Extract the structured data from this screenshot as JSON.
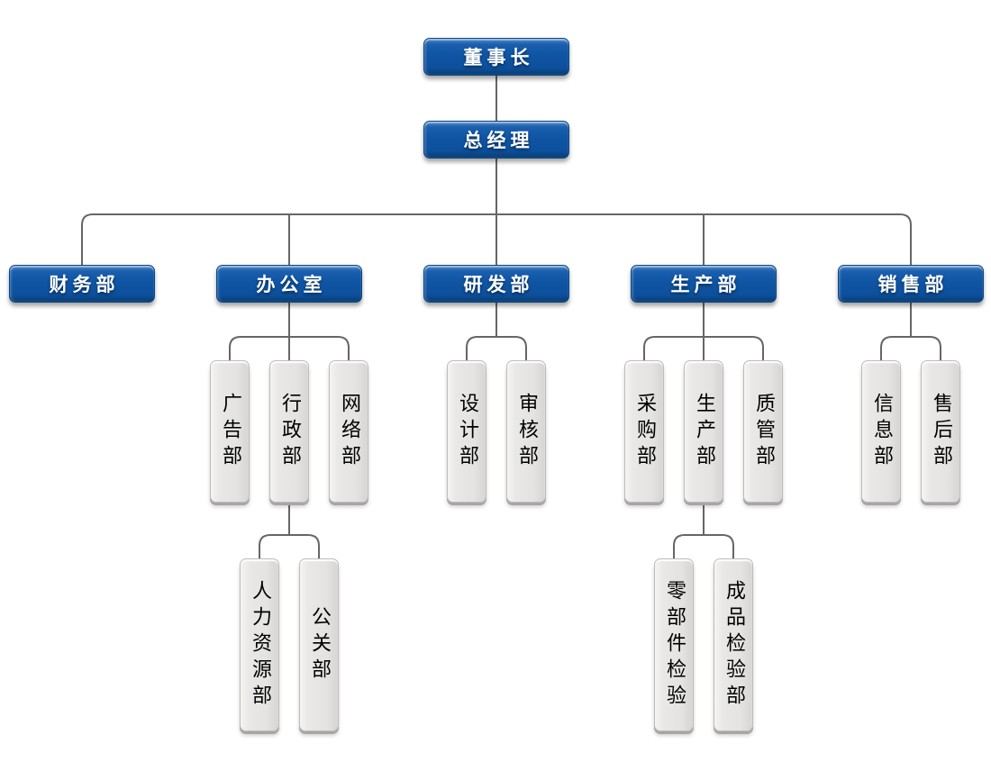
{
  "org_chart": {
    "chairman": {
      "label": "董事长"
    },
    "general_manager": {
      "label": "总经理"
    },
    "departments": [
      {
        "label": "财务部",
        "children": []
      },
      {
        "label": "办公室",
        "children": [
          {
            "label": "广告部",
            "children": []
          },
          {
            "label": "行政部",
            "children": [
              {
                "label": "人力资源部"
              },
              {
                "label": "公关部"
              }
            ]
          },
          {
            "label": "网络部",
            "children": []
          }
        ]
      },
      {
        "label": "研发部",
        "children": [
          {
            "label": "设计部",
            "children": []
          },
          {
            "label": "审核部",
            "children": []
          }
        ]
      },
      {
        "label": "生产部",
        "children": [
          {
            "label": "采购部",
            "children": []
          },
          {
            "label": "生产部",
            "children": [
              {
                "label": "零部件检验"
              },
              {
                "label": "成品检验部"
              }
            ]
          },
          {
            "label": "质管部",
            "children": []
          }
        ]
      },
      {
        "label": "销售部",
        "children": [
          {
            "label": "信息部",
            "children": []
          },
          {
            "label": "售后部",
            "children": []
          }
        ]
      }
    ]
  },
  "colors": {
    "node_blue": "#0f55a4",
    "node_blue_light": "#4e86c6",
    "node_blue_dark": "#083d72",
    "node_blue_border": "#0b4785",
    "node_gray": "#e4e3e1",
    "node_gray_light": "#f5f4f2",
    "node_gray_dark": "#a6a6a6",
    "node_gray_border": "#bdbcba",
    "connector_color": "#666666",
    "text_on_blue": "#ffffff",
    "text_on_gray": "#000000",
    "canvas_bg": "#ffffff"
  }
}
